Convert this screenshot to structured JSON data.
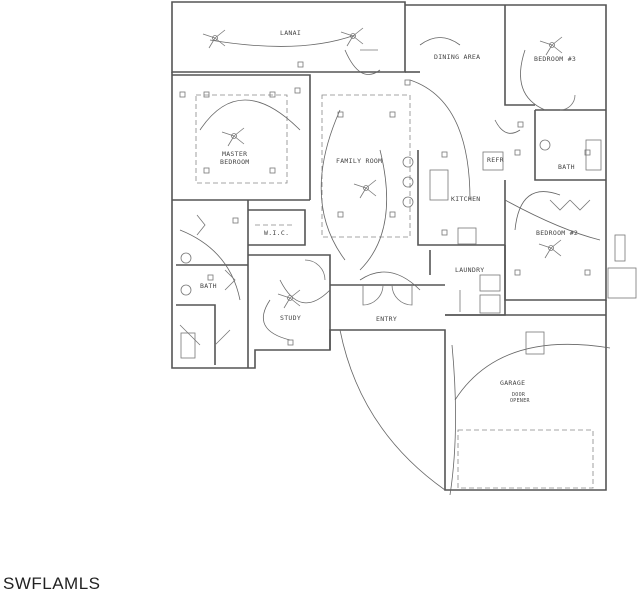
{
  "rooms": {
    "lanai": "LANAI",
    "dining": "DINING AREA",
    "bedroom3": "BEDROOM #3",
    "master_line1": "MASTER",
    "master_line2": "BEDROOM",
    "family": "FAMILY ROOM",
    "kitchen": "KITCHEN",
    "refr": "REFR",
    "bath_right": "BATH",
    "bedroom2": "BEDROOM #2",
    "wic": "W.I.C.",
    "bath_left": "BATH",
    "study": "STUDY",
    "laundry": "LAUNDRY",
    "entry": "ENTRY",
    "garage": "GARAGE",
    "door_opener_line1": "DOOR",
    "door_opener_line2": "OPENER"
  },
  "watermark": "SWFLAMLS"
}
